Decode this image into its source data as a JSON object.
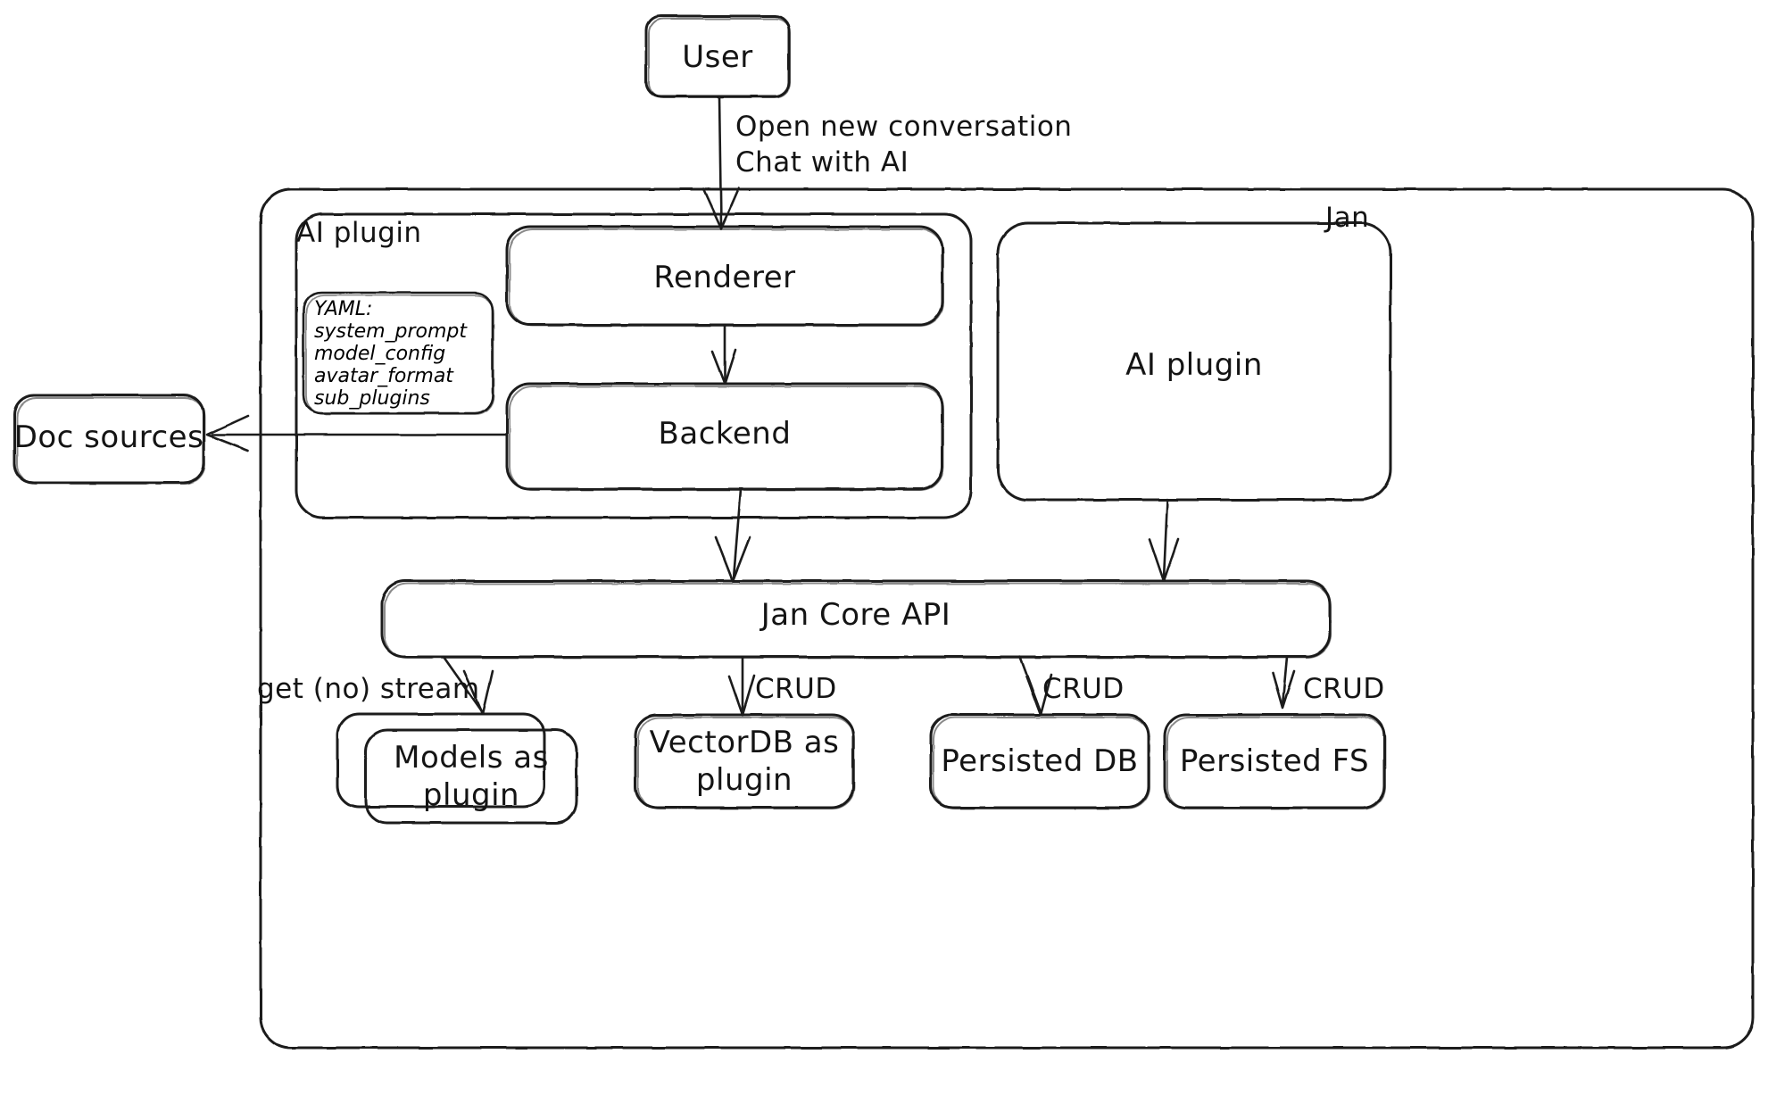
{
  "diagram": {
    "title": "Jan architecture diagram",
    "style": "hand-drawn",
    "stroke_color": "#1a1a1a",
    "background_color": "#ffffff"
  },
  "nodes": {
    "user": {
      "label": "User"
    },
    "renderer": {
      "label": "Renderer"
    },
    "backend": {
      "label": "Backend"
    },
    "doc_sources": {
      "label": "Doc sources"
    },
    "ai_plugin_right": {
      "label": "AI plugin"
    },
    "jan_core_api": {
      "label": "Jan Core API"
    },
    "models_plugin": {
      "label": "Models as\nplugin"
    },
    "vectordb_plugin": {
      "label": "VectorDB as\nplugin"
    },
    "persisted_db": {
      "label": "Persisted DB"
    },
    "persisted_fs": {
      "label": "Persisted FS"
    }
  },
  "containers": {
    "jan": {
      "label": "Jan"
    },
    "ai_plugin": {
      "label": "AI plugin"
    }
  },
  "yaml_note": {
    "heading": "YAML:",
    "items": [
      "system_prompt",
      "model_config",
      "avatar_format",
      "sub_plugins"
    ]
  },
  "edges": {
    "user_to_renderer": {
      "label": "Open new conversation\nChat with AI"
    },
    "backend_to_doc_sources": {
      "label": ""
    },
    "renderer_to_backend": {
      "label": ""
    },
    "backend_to_core": {
      "label": ""
    },
    "ai_plugin_to_core": {
      "label": ""
    },
    "core_to_models": {
      "label": "get (no) stream"
    },
    "core_to_vectordb": {
      "label": "CRUD"
    },
    "core_to_persisted_db": {
      "label": "CRUD"
    },
    "core_to_persisted_fs": {
      "label": "CRUD"
    }
  }
}
